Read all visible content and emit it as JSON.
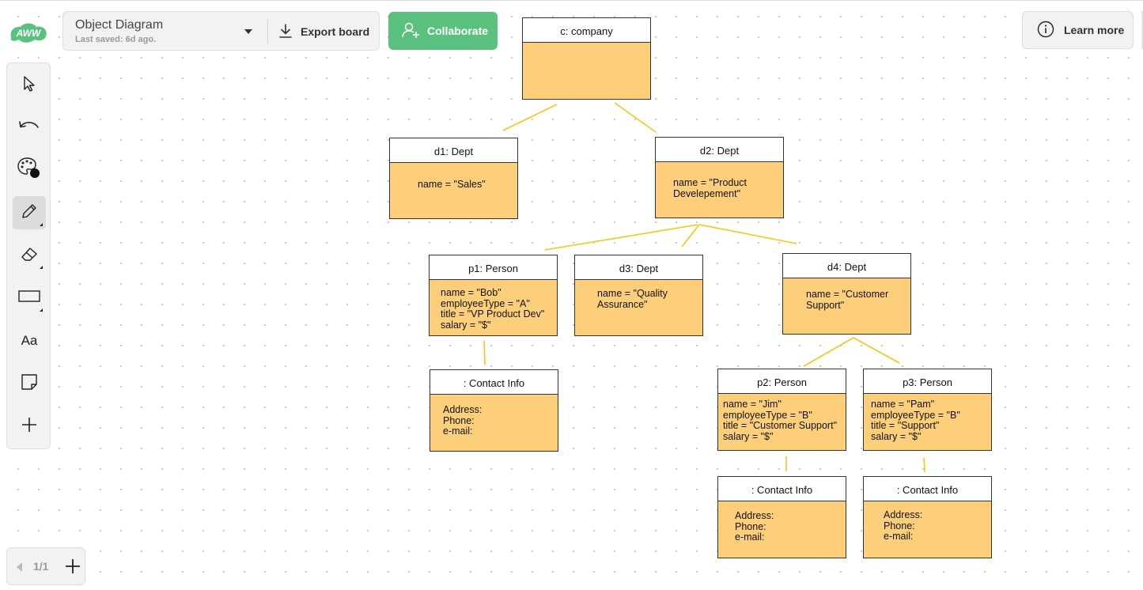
{
  "app": {
    "logo_text": "AWW",
    "colors": {
      "accent": "#5bc17f",
      "object_fill": "#fecf7a",
      "connector": "#f5c518"
    }
  },
  "header": {
    "title": "Object Diagram",
    "last_saved": "Last saved: 6d ago.",
    "export_label": "Export board",
    "collaborate_label": "Collaborate",
    "learn_more_label": "Learn more"
  },
  "toolbar": {
    "tools": [
      {
        "name": "select",
        "icon": "cursor-icon"
      },
      {
        "name": "undo",
        "icon": "undo-icon"
      },
      {
        "name": "color",
        "icon": "palette-icon"
      },
      {
        "name": "pen",
        "icon": "pencil-icon",
        "active": true
      },
      {
        "name": "eraser",
        "icon": "eraser-icon"
      },
      {
        "name": "shape",
        "icon": "rectangle-icon"
      },
      {
        "name": "text",
        "icon": "text-icon",
        "label": "Aa"
      },
      {
        "name": "sticky-note",
        "icon": "sticky-note-icon"
      },
      {
        "name": "add",
        "icon": "plus-icon"
      }
    ],
    "text_label": "Aa"
  },
  "page_nav": {
    "page_indicator": "1/1"
  },
  "diagram": {
    "objects": {
      "company": {
        "title": "c: company",
        "attrs": ""
      },
      "d1": {
        "title": "d1: Dept",
        "attrs": "name = \"Sales\""
      },
      "d2": {
        "title": "d2: Dept",
        "attrs": "name = \"Product\nDevelepement\""
      },
      "p1": {
        "title": "p1: Person",
        "attrs": "name = \"Bob\"\nemployeeType = \"A\"\ntitle = \"VP Product Dev\"\nsalary = \"$\""
      },
      "d3": {
        "title": "d3: Dept",
        "attrs": "name = \"Quality\nAssurance\""
      },
      "d4": {
        "title": "d4: Dept",
        "attrs": "name = \"Customer\nSupport\""
      },
      "c1": {
        "title": ": Contact Info",
        "attrs": "Address:\nPhone:\ne-mail:"
      },
      "p2": {
        "title": "p2: Person",
        "attrs": "name = \"Jim\"\nemployeeType = \"B\"\ntitle = \"Customer Support\"\nsalary = \"$\""
      },
      "p3": {
        "title": "p3: Person",
        "attrs": "name = \"Pam\"\nemployeeType = \"B\"\ntitle = \"Support\"\nsalary = \"$\""
      },
      "c2": {
        "title": ": Contact Info",
        "attrs": "Address:\nPhone:\ne-mail:"
      },
      "c3": {
        "title": ": Contact Info",
        "attrs": "Address:\nPhone:\ne-mail:"
      }
    }
  }
}
